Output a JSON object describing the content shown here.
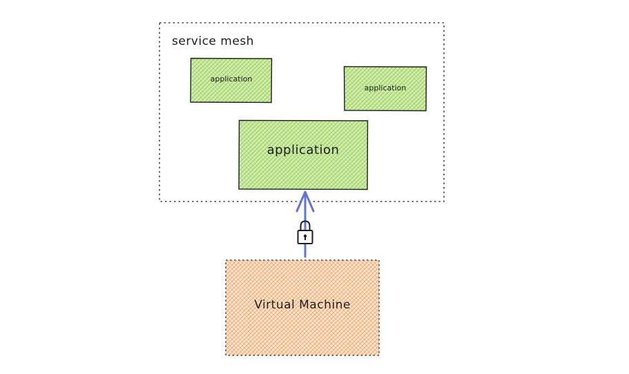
{
  "diagram": {
    "mesh": {
      "label": "service mesh"
    },
    "applications": [
      {
        "label": "application"
      },
      {
        "label": "application"
      },
      {
        "label": "application"
      }
    ],
    "vm": {
      "label": "Virtual Machine"
    },
    "icons": {
      "connection": "lock-icon",
      "arrow": "arrow-up-icon"
    },
    "colors": {
      "app_fill": "#c5e89b",
      "app_hatch": "#8cc84b",
      "vm_fill": "#fbd8b8",
      "vm_hatch": "#f0914a",
      "arrow": "#6373d6",
      "stroke": "#1e1e1e"
    }
  }
}
